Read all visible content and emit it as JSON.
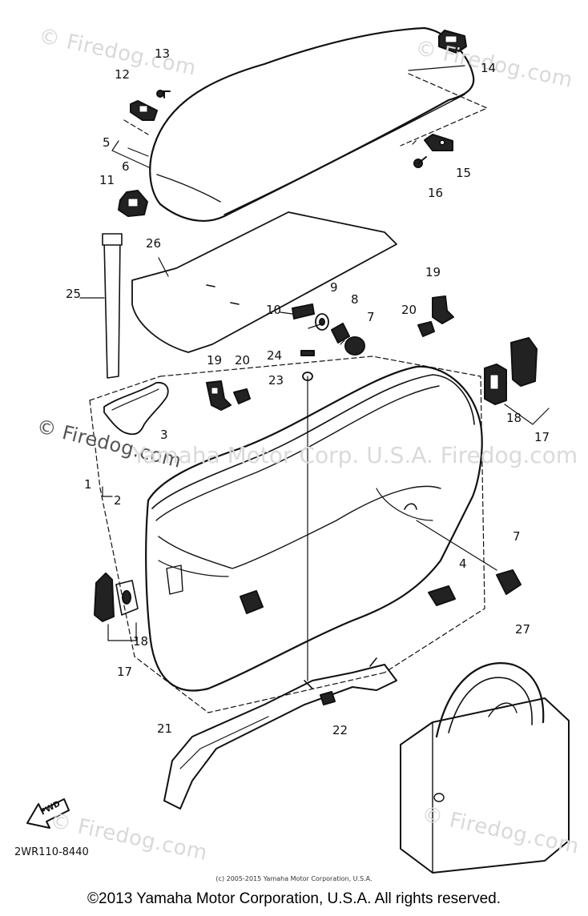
{
  "watermarks": {
    "brand": "© Firedog.com",
    "middle": "Yamaha Motor Corp. U.S.A. Firedog.com"
  },
  "callouts": [
    "1",
    "2",
    "3",
    "4",
    "5",
    "6",
    "7",
    "7",
    "8",
    "9",
    "10",
    "11",
    "12",
    "13",
    "14",
    "15",
    "16",
    "17",
    "17",
    "18",
    "18",
    "19",
    "19",
    "20",
    "20",
    "21",
    "22",
    "23",
    "24",
    "25",
    "26",
    "27"
  ],
  "diagram_code": "2WR110-8440",
  "fwd_label": "FWD",
  "small_copyright": "(c) 2005-2015 Yamaha Motor Corporation, U.S.A.",
  "copyright": "©2013 Yamaha Motor Corporation, U.S.A. All rights reserved."
}
